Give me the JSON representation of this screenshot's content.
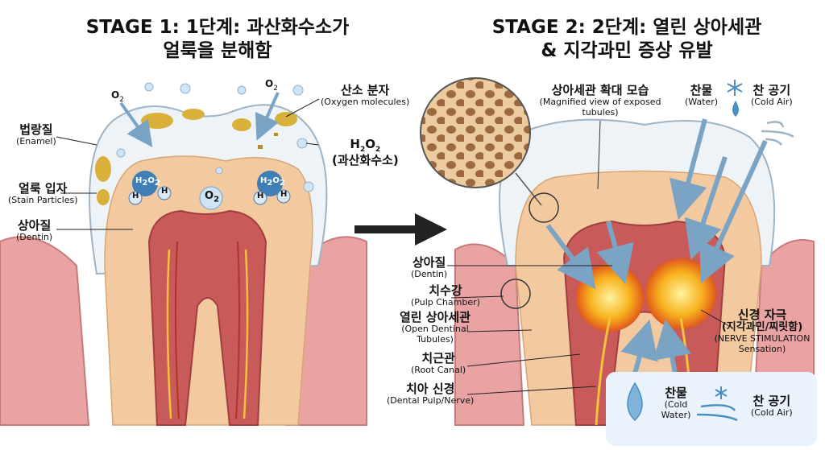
{
  "stage1": {
    "title_line1": "STAGE 1: 1단계: 과산화수소가",
    "title_line2": "얼룩을 분해함",
    "labels": {
      "o2_top_left": "O",
      "o2_top_right": "O",
      "oxygen_ko": "산소 분자",
      "oxygen_en": "(Oxygen molecules)",
      "h2o2_sym": "H",
      "h2o2_ko": "(과산화수소)",
      "enamel_ko": "법랑질",
      "enamel_en": "(Enamel)",
      "stain_ko": "얼룩 입자",
      "stain_en": "(Stain Particles)",
      "dentin_ko": "상아질",
      "dentin_en": "(Dentin)",
      "mol_h": "H",
      "mol_o2": "O",
      "mol_sub2": "2"
    }
  },
  "stage2": {
    "title_line1": "STAGE 2: 2단계: 열린 상아세관",
    "title_line2": "& 지각과민 증상 유발",
    "labels": {
      "magnified_ko": "상아세관 확대 모습",
      "magnified_en": "(Magnified view of exposed tubules)",
      "water_ko": "찬물",
      "water_en": "(Water)",
      "cold_air_ko": "찬 공기",
      "cold_air_en": "(Cold Air)",
      "dentin_ko": "상아질",
      "dentin_en": "(Dentin)",
      "pulp_chamber_ko": "치수강",
      "pulp_chamber_en": "(Pulp Chamber)",
      "open_tubules_ko": "열린 상아세관",
      "open_tubules_en": "(Open Dentinal Tubules)",
      "root_canal_ko": "치근관",
      "root_canal_en": "(Root Canal)",
      "nerve_ko": "치아 신경",
      "nerve_en": "(Dental Pulp/Nerve)",
      "stimulation_ko": "신경 자극",
      "stimulation_ko2": "(지각과민/찌릿함)",
      "stimulation_en": "(NERVE STIMULATION Sensation)",
      "bottom_water_ko": "찬물",
      "bottom_water_en": "(Cold Water)",
      "bottom_air_ko": "찬 공기",
      "bottom_air_en": "(Cold Air)"
    }
  },
  "colors": {
    "enamel": "#eef3f7",
    "dentin": "#f3c9a0",
    "pulp": "#c85a5a",
    "gum": "#e9a3a3",
    "stain": "#d9b13a",
    "arrow": "#8fb3cf",
    "nerve_burst": "#f4b21d"
  }
}
